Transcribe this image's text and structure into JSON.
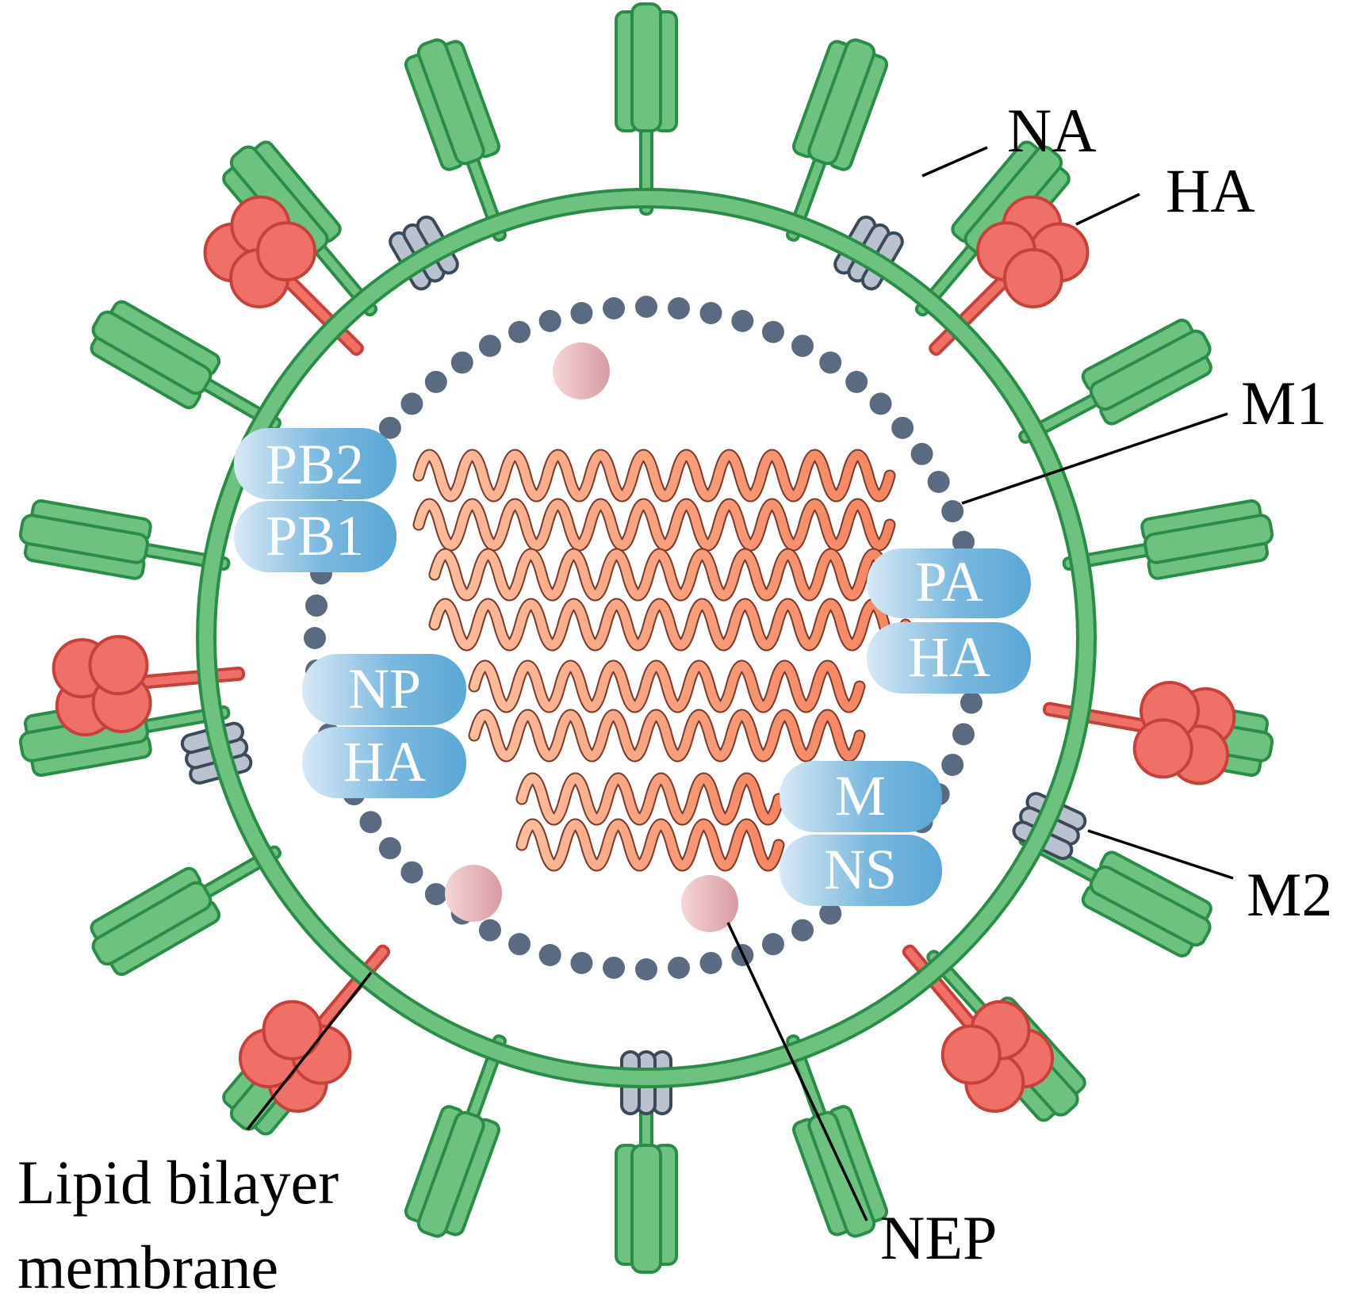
{
  "labels": {
    "na": "NA",
    "ha": "HA",
    "m1": "M1",
    "m2": "M2",
    "nep": "NEP",
    "lipid_line1": "Lipid bilayer",
    "lipid_line2": "membrane"
  },
  "segments": {
    "pb2": "PB2",
    "pb1": "PB1",
    "pa": "PA",
    "ha_right": "HA",
    "np": "NP",
    "ha_left": "HA",
    "m": "M",
    "ns": "NS"
  },
  "colors": {
    "membrane": "#6ec27f",
    "membrane_stroke": "#2a8d47",
    "na_protein": "#ef7066",
    "na_stroke": "#c7413a",
    "m2_channel": "#b9c2ce",
    "m2_stroke": "#3a4a5a",
    "m1_bead": "#5a6a80",
    "rna": "#f59b7d",
    "segment_blue": "#5ca9d5",
    "nep": "#e6aab0"
  }
}
